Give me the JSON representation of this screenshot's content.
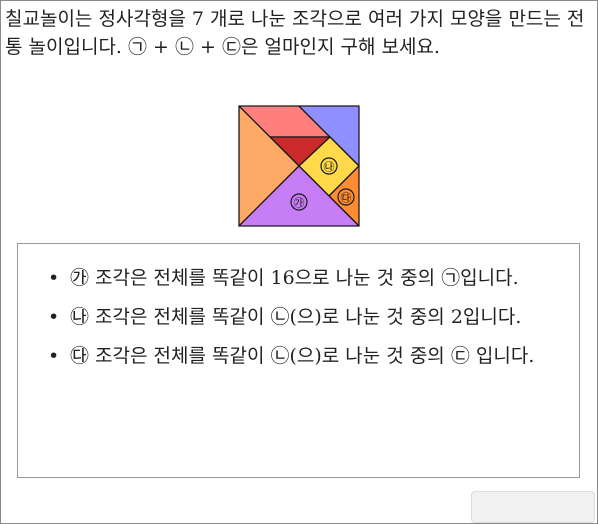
{
  "question": {
    "text": "칠교놀이는 정사각형을 7 개로 나눈 조각으로 여러 가지 모양을 만드는 전통 놀이입니다. ㉠ + ㉡ + ㉢은 얼마인지 구해 보세요."
  },
  "tangram": {
    "piece_ga_label": "㉮",
    "piece_na_label": "㉯",
    "piece_da_label": "㉰",
    "colors": {
      "top_red": "#ff7f7f",
      "top_blue": "#8f8fff",
      "dark_red": "#cc2a2a",
      "yellow": "#ffd94a",
      "orange_small": "#ff8c32",
      "left_orange": "#ffa966",
      "purple": "#c77df5"
    }
  },
  "hints": {
    "bullet": "•",
    "items": [
      "㉮ 조각은 전체를 똑같이 16으로 나눈 것 중의 ㉠입니다.",
      "㉯ 조각은 전체를 똑같이 ㉡(으)로 나눈 것 중의 2입니다.",
      "㉰ 조각은 전체를 똑같이 ㉡(으)로 나눈 것 중의 ㉢ 입니다."
    ]
  },
  "submit": {
    "label": ""
  }
}
